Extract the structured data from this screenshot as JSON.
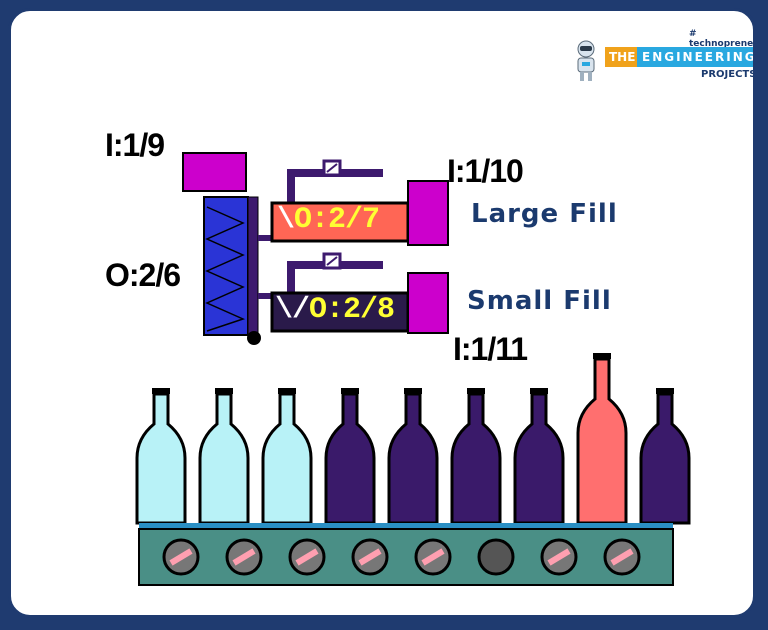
{
  "logo": {
    "tagline": "# technopreneur",
    "the": "THE",
    "engineering": "ENGINEERING",
    "projects": "PROJECTS"
  },
  "labels": {
    "input_top": "I:1/9",
    "output_motor": "O:2/6",
    "input_large": "I:1/10",
    "input_small": "I:1/11",
    "large_fill": "Large Fill",
    "small_fill": "Small Fill",
    "valve_large": "O:2/7",
    "valve_small": "O:2/8"
  },
  "colors": {
    "purple": "#cc00cc",
    "blue_motor": "#2a34d6",
    "dark_purple": "#3d1a6e",
    "large_valve": "#ff6655",
    "valve_text": "#ffff33",
    "bottle_empty": "#b8f2f7",
    "bottle_filled": "#3a1a6a",
    "bottle_selected": "#ff6f6f",
    "conveyor": "#4a8f86"
  },
  "bottles": [
    "empty",
    "empty",
    "empty",
    "filled",
    "filled",
    "filled",
    "filled",
    "selected",
    "filled"
  ]
}
